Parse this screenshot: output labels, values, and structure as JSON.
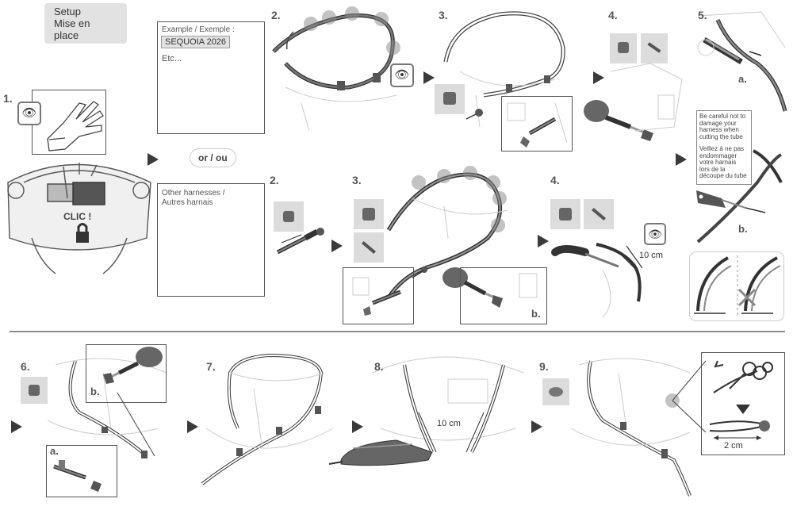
{
  "setup_label": {
    "line1": "Setup",
    "line2": "Mise en place"
  },
  "steps": {
    "s1": "1.",
    "s2a": "2.",
    "s3a": "3.",
    "s4a": "4.",
    "s5": "5.",
    "s2b": "2.",
    "s3b": "3.",
    "s4b": "4.",
    "s6": "6.",
    "s7": "7.",
    "s8": "8.",
    "s9": "9."
  },
  "sub": {
    "a": "a.",
    "b": "b."
  },
  "or_label": "or / ou",
  "clic_label": "CLIC !",
  "example_box": {
    "title": "Example / Exemple :",
    "model": "SEQUOIA 2026",
    "etc": "Etc..."
  },
  "other_box": {
    "line1": "Other harnesses /",
    "line2": "Autres harnais"
  },
  "warning": {
    "en": [
      "Be careful not to",
      "damage your",
      "harness when",
      "cutting the tube"
    ],
    "fr": [
      "Veillez à ne pas",
      "endommager",
      "votre harnais",
      "lors de la",
      "découpe du tube"
    ]
  },
  "measure": {
    "m10a": "10 cm",
    "m10b": "10 cm",
    "m2": "2 cm"
  },
  "colors": {
    "accent": "#888888",
    "panel": "#dcdcdc",
    "line": "#3a3a3a"
  }
}
